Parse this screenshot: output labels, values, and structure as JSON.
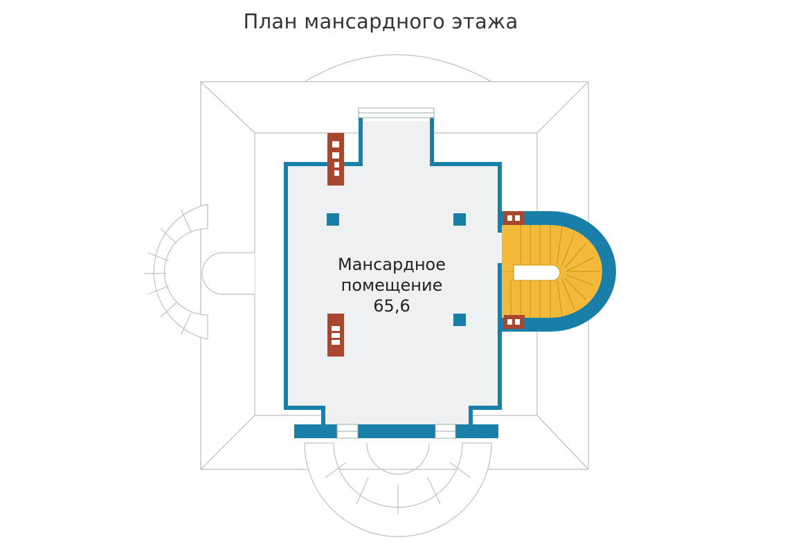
{
  "plan": {
    "title": "План мансардного этажа",
    "room": {
      "name_line1": "Мансардное",
      "name_line2": "помещение",
      "area": "65,6"
    }
  },
  "colors": {
    "wall": "#1a7fa8",
    "floor": "#eef0f1",
    "chimney": "#a8472e",
    "stair": "#f2b93b",
    "roof_line": "#b9c2c6"
  }
}
